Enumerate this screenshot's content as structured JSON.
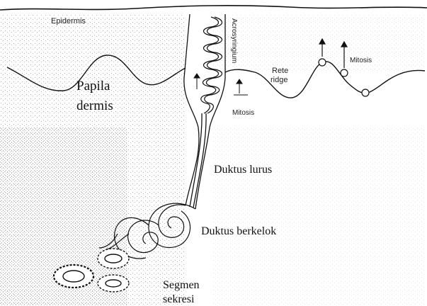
{
  "labels": {
    "epidermis": "Epidermis",
    "papila_line1": "Papila",
    "papila_line2": "dermis",
    "acrosyringium": "Acrosyringium",
    "rete_line1": "Rete",
    "rete_line2": "ridge",
    "mitosis_right": "Mitosis",
    "mitosis_center": "Mitosis",
    "duktus_lurus": "Duktus lurus",
    "duktus_berkelok": "Duktus berkelok",
    "segmen_line1": "Segmen",
    "segmen_line2": "sekresi"
  },
  "colors": {
    "ink": "#111111",
    "stipple": "#8a8a8a",
    "paper": "#ffffff"
  }
}
